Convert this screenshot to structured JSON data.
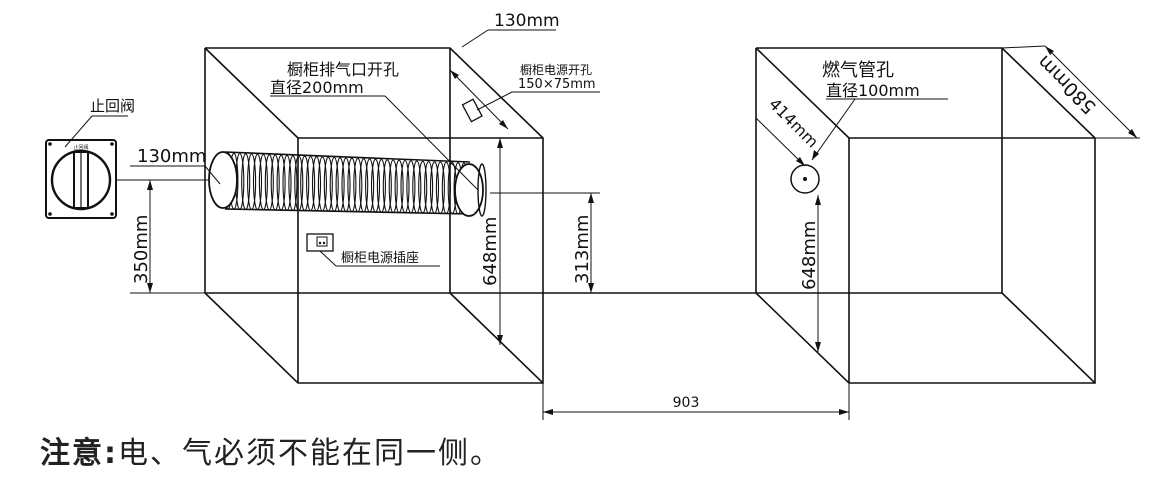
{
  "labels": {
    "check_valve": "止回阀",
    "vent_hole_line1": "橱柜排气口开孔",
    "vent_hole_line2": "直径200mm",
    "power_hole_line1": "橱柜电源开孔",
    "power_hole_line2": "150×75mm",
    "power_socket": "橱柜电源插座",
    "gas_hole_line1": "燃气管孔",
    "gas_hole_line2": "直径100mm",
    "valve_small_text": "止回阀"
  },
  "dimensions": {
    "top_130": "130mm",
    "left_130": "130mm",
    "height_350": "350mm",
    "height_648_left": "648mm",
    "height_313": "313mm",
    "height_648_right": "648mm",
    "depth_414": "414mm",
    "depth_580": "580mm",
    "width_903": "903"
  },
  "note": {
    "prefix": "注意:",
    "text": "电、气必须不能在同一侧。"
  }
}
